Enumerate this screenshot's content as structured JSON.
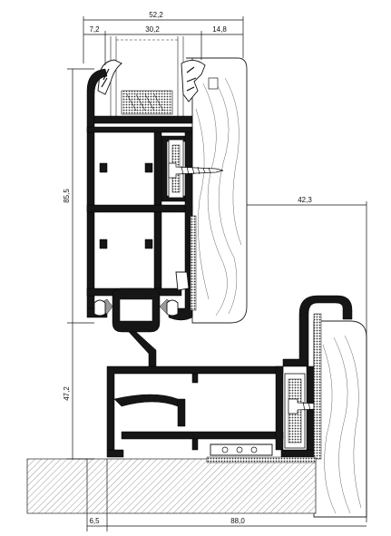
{
  "dimensions": {
    "top_total": "52,2",
    "top_left": "7,2",
    "top_glass": "30,2",
    "top_right": "14,8",
    "left_upper_height": "85,5",
    "left_lower_height": "47,2",
    "right_offset": "42,3",
    "bottom_left": "6,5",
    "bottom_width": "88,0"
  },
  "colors": {
    "aluminium": "#161616",
    "hatch": "#9a9a9a",
    "line": "#111111",
    "background": "#ffffff"
  },
  "icons": {
    "screw_upper": "wood-screw-icon",
    "screw_lower": "wood-screw-icon"
  }
}
